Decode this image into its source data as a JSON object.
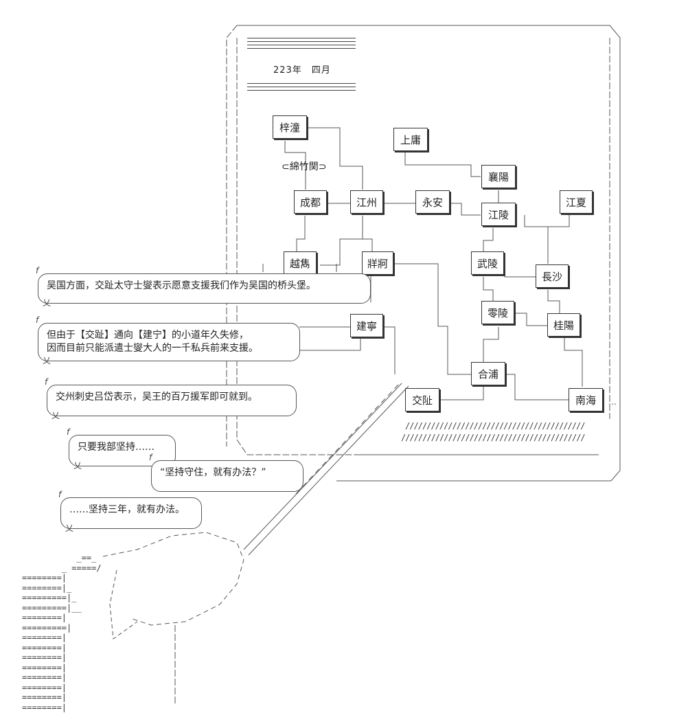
{
  "date": {
    "year_month": "223年　四月"
  },
  "pass": {
    "label": "⊂綿竹関⊃"
  },
  "cities": {
    "zitong": "梓潼",
    "shangyong": "上庸",
    "xiangyang": "襄陽",
    "chengdu": "成都",
    "jiangzhou": "江州",
    "yongan": "永安",
    "jiangling": "江陵",
    "jiangxia": "江夏",
    "yuexi": "越雋",
    "zangke": "牂牁",
    "wuling": "武陵",
    "changsha": "長沙",
    "jianning": "建寧",
    "lingling": "零陵",
    "guiyang": "桂陽",
    "hepu": "合浦",
    "jiaozhi": "交阯",
    "nanhai": "南海"
  },
  "dialogue": {
    "line1": "吴国方面，交趾太守士燮表示愿意支援我们作为吴国的桥头堡。",
    "line2a": "但由于【交趾】通向【建宁】的小道年久失修，",
    "line2b": "因而目前只能派遣士燮大人的一千私兵前来支援。",
    "line3": "交州刺史吕岱表示，吴王的百万援军即可就到。",
    "line4": "只要我部坚持……",
    "line5": "“坚持守住，就有办法？”",
    "line6": "……坚持三年，就有办法。"
  },
  "map_legend": {
    "sea_hatch_1": "//////////////////////////////////////////",
    "sea_hatch_2": "///////////////////////////////////////////",
    "ellipsis": "…"
  }
}
